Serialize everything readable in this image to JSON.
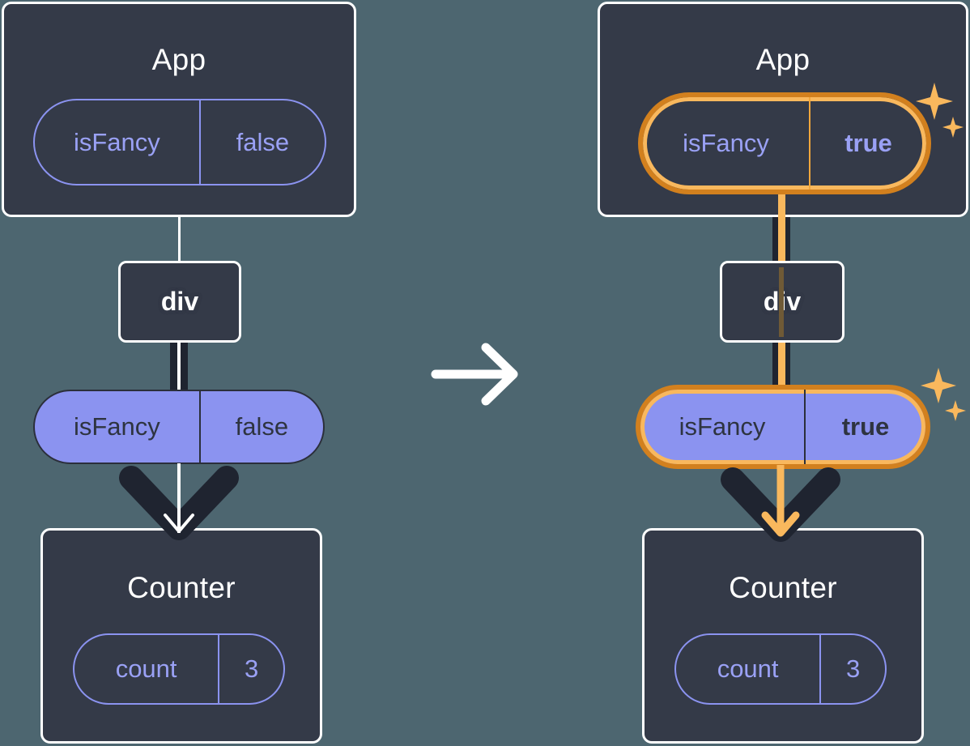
{
  "diagram": {
    "title": "React state propagation: isFancy false to true",
    "colors": {
      "background": "#4d6670",
      "box_fill": "#343a48",
      "box_border": "#ffffff",
      "pill_purple": "#8b93f0",
      "pill_text_dark": "#2e3440",
      "pill_text_purple": "#9aa1f5",
      "highlight_outer": "#d2801e",
      "highlight_inner": "#f9b85d",
      "wire_dark": "#1f2430",
      "wire_white": "#ffffff",
      "wire_orange": "#f9b85d"
    },
    "transition_arrow": "right-arrow-icon"
  },
  "left": {
    "app": {
      "title": "App",
      "state": {
        "key": "isFancy",
        "value": "false",
        "highlighted": false
      }
    },
    "host": {
      "label": "div"
    },
    "prop": {
      "key": "isFancy",
      "value": "false",
      "highlighted": false
    },
    "counter": {
      "title": "Counter",
      "state": {
        "key": "count",
        "value": "3",
        "highlighted": false
      }
    }
  },
  "right": {
    "app": {
      "title": "App",
      "state": {
        "key": "isFancy",
        "value": "true",
        "highlighted": true
      }
    },
    "host": {
      "label": "div"
    },
    "prop": {
      "key": "isFancy",
      "value": "true",
      "highlighted": true
    },
    "counter": {
      "title": "Counter",
      "state": {
        "key": "count",
        "value": "3",
        "highlighted": false
      }
    },
    "sparkle_top": "sparkles-icon",
    "sparkle_mid": "sparkles-icon"
  }
}
